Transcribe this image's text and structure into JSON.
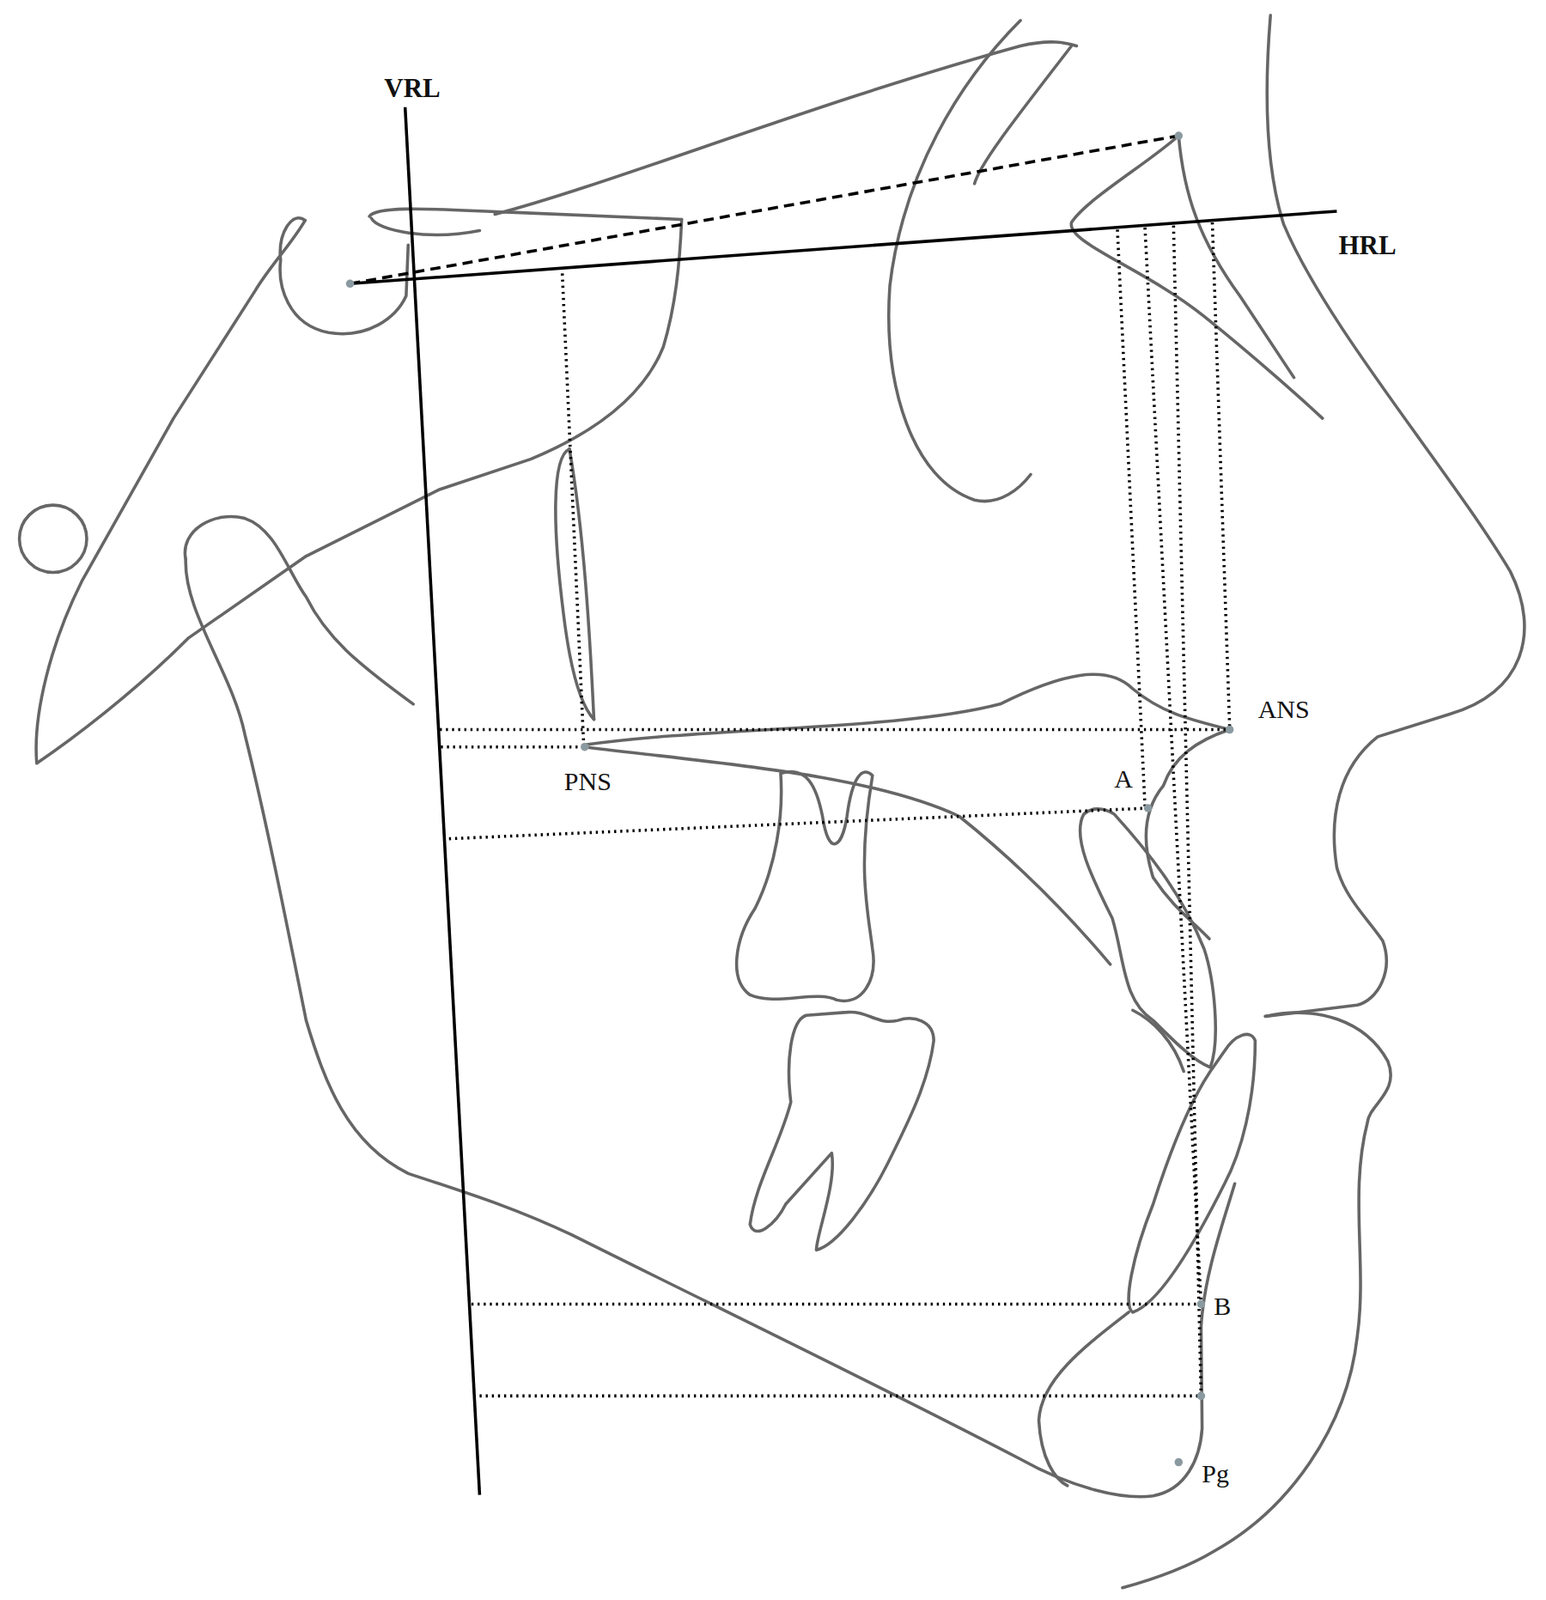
{
  "diagram": {
    "labels": [
      "VRL",
      "HRL",
      "ANS",
      "PNS",
      "A",
      "B",
      "Pg"
    ]
  }
}
